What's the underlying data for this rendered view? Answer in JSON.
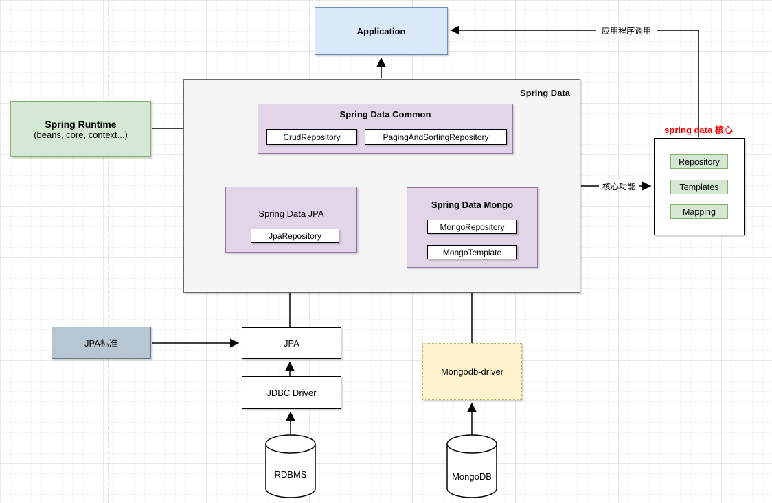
{
  "nodes": {
    "application": {
      "label": "Application"
    },
    "spring_data": {
      "label": "Spring Data"
    },
    "common": {
      "title": "Spring Data Common",
      "items": [
        "CrudRepository",
        "PagingAndSortingRepository"
      ]
    },
    "jpa_module": {
      "title": "Spring Data JPA",
      "items": [
        "JpaRepository"
      ]
    },
    "mongo_module": {
      "title": "Spring Data Mongo",
      "items": [
        "MongoRepository",
        "MongoTemplate"
      ]
    },
    "runtime": {
      "title": "Spring Runtime",
      "subtitle": "(beans, core, context...)"
    },
    "core_panel": {
      "heading": "spring data 核心",
      "items": [
        "Repository",
        "Templates",
        "Mapping"
      ]
    },
    "jpa_standard": {
      "label": "JPA标准"
    },
    "jpa": {
      "label": "JPA"
    },
    "jdbc": {
      "label": "JDBC Driver"
    },
    "rdbms": {
      "label": "RDBMS"
    },
    "mongodb_driver": {
      "label": "Mongodb-driver"
    },
    "mongodb": {
      "label": "MongoDB"
    }
  },
  "edge_labels": {
    "app_call": "应用程序调用",
    "core_function": "核心功能"
  },
  "colors": {
    "blue_fill": "#dae8fc",
    "blue_border": "#6c8ebf",
    "green_fill": "#d5e8d4",
    "green_border": "#82b366",
    "purple_fill": "#e1d5e7",
    "purple_border": "#9673a6",
    "yellow_fill": "#fff2cc",
    "yellow_border": "#a3b86c",
    "gray_fill": "#f5f5f5",
    "gray_border": "#666666",
    "steel_fill": "#b6c6d2",
    "steel_border": "#5d7a8a",
    "red_accent": "#ff0000"
  }
}
